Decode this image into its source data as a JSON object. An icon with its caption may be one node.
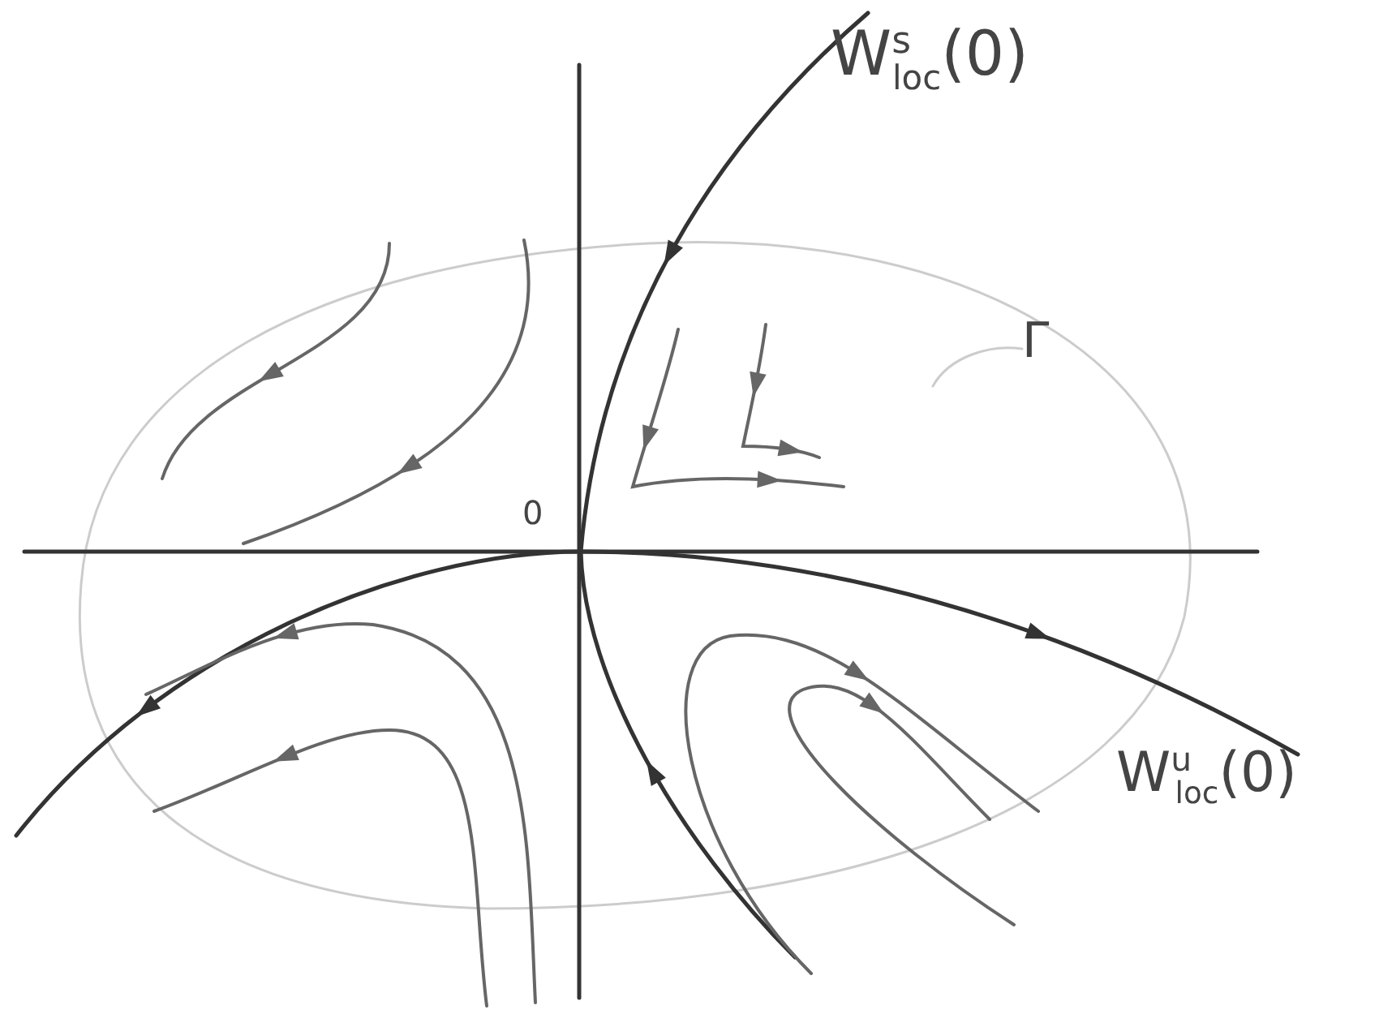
{
  "diagram": {
    "labels": [
      "W$^{s}$$_{loc}$(0)",
      "Γ",
      "0",
      "W$^{u}$$_{loc}$(0)"
    ]
  }
}
